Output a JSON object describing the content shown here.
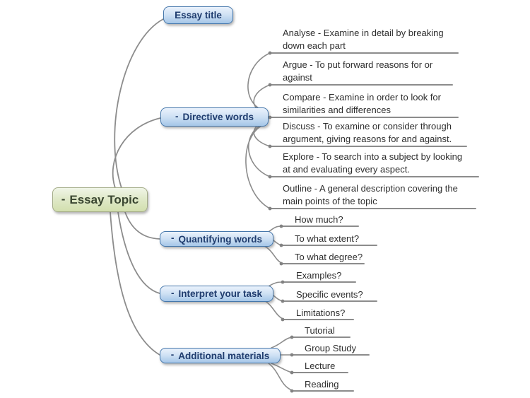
{
  "colors": {
    "root_fill_top": "#f0f5e7",
    "root_fill_bottom": "#d2dfae",
    "root_border": "#a3ab87",
    "root_text": "#3a4631",
    "topic_fill_top": "#eaf2fc",
    "topic_fill_bottom": "#a5c6e8",
    "topic_border": "#4577ab",
    "topic_text": "#1f3c6e",
    "branch_line": "#8c8c8c",
    "subtopic_text": "#2e2e2e"
  },
  "root": {
    "collapse_marker": "-",
    "label": "Essay Topic"
  },
  "branches": [
    {
      "label": "Essay title"
    },
    {
      "collapse_marker": "-",
      "label": "Directive words",
      "children": [
        {
          "text": "Analyse - Examine in detail by breaking\ndown each part"
        },
        {
          "text": "Argue - To put forward reasons for or\nagainst"
        },
        {
          "text": "Compare - Examine in order to look for\nsimilarities and differences"
        },
        {
          "text": "Discuss - To examine or consider through\nargument, giving reasons for and against."
        },
        {
          "text": "Explore - To search into a subject by looking\nat and evaluating every aspect."
        },
        {
          "text": "Outline - A general description covering the\nmain points of the topic"
        }
      ]
    },
    {
      "collapse_marker": "-",
      "label": "Quantifying words",
      "children": [
        {
          "text": "How much?"
        },
        {
          "text": "To what extent?"
        },
        {
          "text": "To what degree?"
        }
      ]
    },
    {
      "collapse_marker": "-",
      "label": "Interpret your task",
      "children": [
        {
          "text": "Examples?"
        },
        {
          "text": "Specific events?"
        },
        {
          "text": "Limitations?"
        }
      ]
    },
    {
      "collapse_marker": "-",
      "label": "Additional materials",
      "children": [
        {
          "text": "Tutorial"
        },
        {
          "text": "Group Study"
        },
        {
          "text": "Lecture"
        },
        {
          "text": "Reading"
        }
      ]
    }
  ]
}
